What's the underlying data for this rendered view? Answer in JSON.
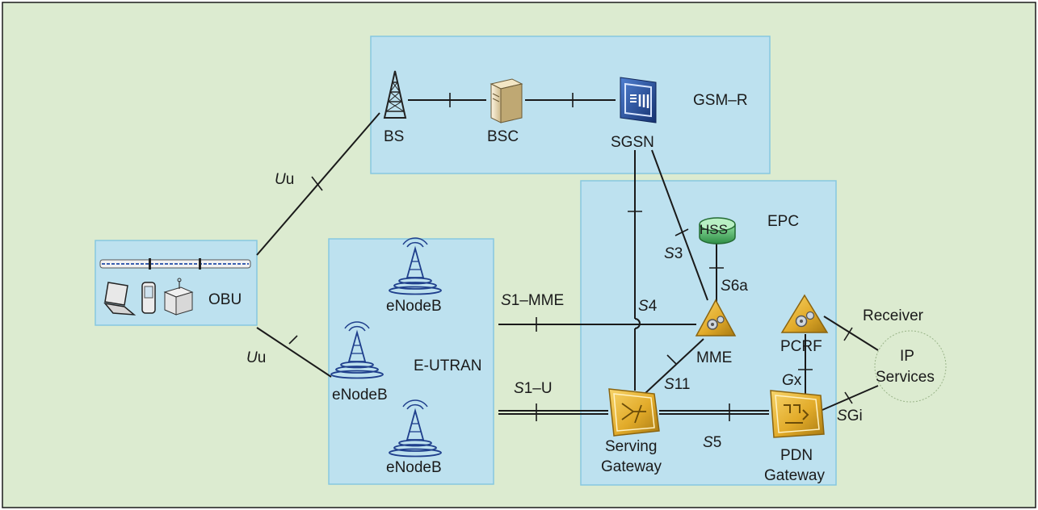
{
  "colors": {
    "background": "#dcebd0",
    "panel": "#bde1ef",
    "panel_border": "#86c7e0",
    "gold": "#e2ab2a",
    "gold_dark": "#a87a12",
    "navy": "#1f3f8c",
    "hss_green": "#3fae5a",
    "line": "#1a1a1a"
  },
  "regions": {
    "gsm_r": "GSM–R",
    "epc": "EPC",
    "e_utran": "E-UTRAN"
  },
  "nodes": {
    "bs": "BS",
    "bsc": "BSC",
    "sgsn": "SGSN",
    "hss": "HSS",
    "obu": "OBU",
    "enodeb_top": "eNodeB",
    "enodeb_mid": "eNodeB",
    "enodeb_bottom": "eNodeB",
    "mme": "MME",
    "pcrf": "PCRF",
    "serving_gateway_line1": "Serving",
    "serving_gateway_line2": "Gateway",
    "pdn_gateway_line1": "PDN",
    "pdn_gateway_line2": "Gateway",
    "receiver": "Receiver",
    "ip_services_line1": "IP",
    "ip_services_line2": "Services"
  },
  "interfaces": {
    "uu_top": {
      "italic": "U",
      "rest": "u"
    },
    "uu_bottom": {
      "italic": "U",
      "rest": "u"
    },
    "s3": {
      "italic": "S",
      "rest": "3"
    },
    "s6a": {
      "italic": "S",
      "rest": "6a"
    },
    "s1_mme": {
      "italic": "S",
      "rest": "1–MME"
    },
    "s4": {
      "italic": "S",
      "rest": "4"
    },
    "s11": {
      "italic": "S",
      "rest": "11"
    },
    "s1_u": {
      "italic": "S",
      "rest": "1–U"
    },
    "s5": {
      "italic": "S",
      "rest": "5"
    },
    "gx": {
      "italic": "G",
      "rest": "x"
    },
    "sgi": {
      "italic": "S",
      "rest": "Gi"
    }
  },
  "icons": {
    "bs": "cell-tower-icon",
    "bsc": "server-icon",
    "sgsn": "sgsn-router-icon",
    "hss": "database-icon",
    "enodeb": "enodeb-tower-icon",
    "mme": "gear-triangle-icon",
    "pcrf": "gear-triangle-icon",
    "serving_gateway": "gateway-icon",
    "pdn_gateway": "gateway-icon",
    "obu_train": "train-icon",
    "obu_laptop": "laptop-icon",
    "obu_phone": "phone-icon",
    "obu_device": "onboard-device-icon"
  }
}
